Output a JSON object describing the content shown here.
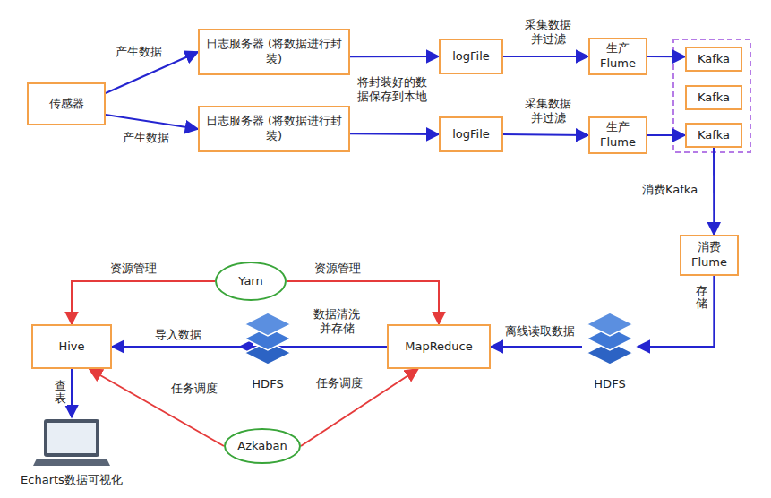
{
  "diagram": {
    "nodes": [
      {
        "text": [
          "传感器"
        ]
      },
      {
        "text": [
          "日志服务器 (将数据进行封装)"
        ]
      },
      {
        "text": [
          "日志服务器 (将数据进行封装)"
        ]
      },
      {
        "text": [
          "logFile"
        ]
      },
      {
        "text": [
          "logFile"
        ]
      },
      {
        "text": [
          "生产 Flume"
        ]
      },
      {
        "text": [
          "生产 Flume"
        ]
      },
      {
        "text": [
          "Kafka"
        ]
      },
      {
        "text": [
          "Kafka"
        ]
      },
      {
        "text": [
          "Kafka"
        ]
      },
      {
        "text": [
          "消费 Flume"
        ]
      },
      {
        "text": [
          "HDFS"
        ]
      },
      {
        "text": [
          "MapReduce"
        ]
      },
      {
        "text": [
          "HDFS"
        ]
      },
      {
        "text": [
          "Hive"
        ]
      },
      {
        "text": [
          "Yarn"
        ]
      },
      {
        "text": [
          "Azkaban"
        ]
      },
      {
        "text": [
          "Echarts数据可视化"
        ]
      }
    ],
    "edges": [
      {
        "from": 0,
        "to": 1,
        "arrow": "to",
        "label": "产生数据"
      },
      {
        "from": 0,
        "to": 2,
        "arrow": "to",
        "label": "产生数据"
      },
      {
        "from": 1,
        "to": 3,
        "arrow": "to"
      },
      {
        "from": 2,
        "to": 4,
        "arrow": "to"
      },
      {
        "from": 3,
        "to": 5,
        "arrow": "to",
        "label": "采集数据 并过滤"
      },
      {
        "from": 4,
        "to": 6,
        "arrow": "to",
        "label": "采集数据 并过滤"
      },
      {
        "from": 5,
        "to": 7,
        "arrow": "to"
      },
      {
        "from": 6,
        "to": 9,
        "arrow": "to"
      },
      {
        "from": 9,
        "to": 10,
        "arrow": "to",
        "label": "消费Kafka"
      },
      {
        "from": 10,
        "to": 11,
        "arrow": "to",
        "label": "存储"
      },
      {
        "from": 11,
        "to": 12,
        "arrow": "to",
        "label": "离线读取数据"
      },
      {
        "from": 12,
        "to": 13,
        "arrow": "to",
        "label": "数据清洗 并存储"
      },
      {
        "from": 13,
        "to": 14,
        "arrow": "to",
        "label": "导入数据"
      },
      {
        "from": 15,
        "to": 14,
        "arrow": "to",
        "label": "资源管理"
      },
      {
        "from": 15,
        "to": 12,
        "arrow": "to",
        "label": "资源管理"
      },
      {
        "from": 16,
        "to": 14,
        "arrow": "to",
        "label": "任务调度"
      },
      {
        "from": 16,
        "to": 12,
        "arrow": "to",
        "label": "任务调度"
      },
      {
        "from": 14,
        "to": 17,
        "arrow": "to",
        "label": "查表"
      }
    ],
    "labels": [
      "将封装好的数据保存到本地"
    ]
  }
}
